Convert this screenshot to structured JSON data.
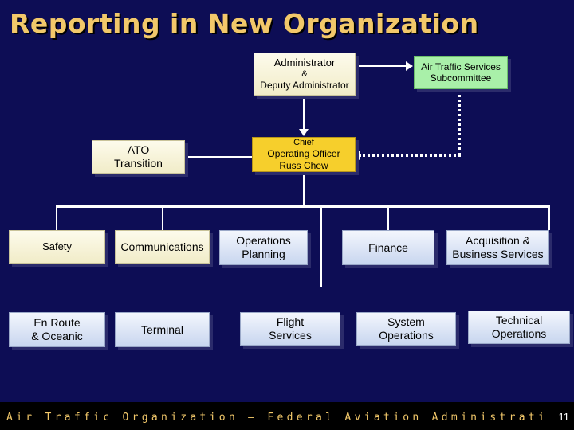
{
  "slide": {
    "title": "Reporting in New Organization",
    "footer": "Air Traffic Organization – Federal Aviation Administration",
    "page_number": "11"
  },
  "chart": {
    "administrator": {
      "line1": "Administrator",
      "line2": "&",
      "line3": "Deputy Administrator"
    },
    "atss": {
      "line1": "Air Traffic Services",
      "line2": "Subcommittee"
    },
    "ato_transition": {
      "line1": "ATO",
      "line2": "Transition"
    },
    "coo": {
      "line1": "Chief",
      "line2": "Operating Officer",
      "line3": "Russ Chew"
    },
    "units": [
      {
        "line1": "Safety",
        "line2": ""
      },
      {
        "line1": "Communications",
        "line2": ""
      },
      {
        "line1": "Operations",
        "line2": "Planning"
      },
      {
        "line1": "Finance",
        "line2": ""
      },
      {
        "line1": "Acquisition &",
        "line2": "Business Services"
      },
      {
        "line1": "En Route",
        "line2": "& Oceanic"
      },
      {
        "line1": "Terminal",
        "line2": ""
      },
      {
        "line1": "Flight",
        "line2": "Services"
      },
      {
        "line1": "System",
        "line2": "Operations"
      },
      {
        "line1": "Technical",
        "line2": "Operations"
      }
    ]
  },
  "colors": {
    "background": "#0d0d55",
    "title": "#f2c86a",
    "coo_box": "#f6cf2c",
    "subcommittee_box": "#a9f0a9"
  }
}
